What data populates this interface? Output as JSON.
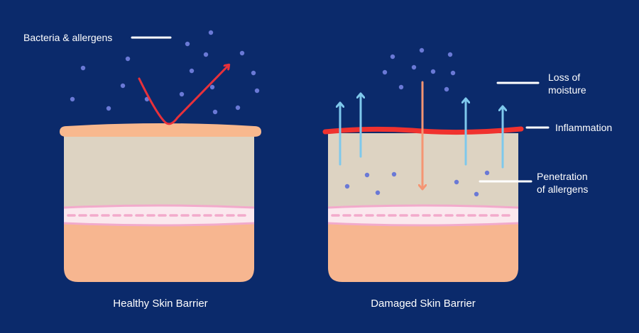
{
  "labels": {
    "bacteria": "Bacteria & allergens",
    "moisture": "Loss of\nmoisture",
    "inflammation": "Inflammation",
    "penetration": "Penetration\nof allergens"
  },
  "captions": {
    "healthy": "Healthy Skin Barrier",
    "damaged": "Damaged Skin Barrier"
  },
  "colors": {
    "background": "#0b2a6b",
    "dermis": "#f7b690",
    "epidermis": "#ddd3c2",
    "membrane_band": "#fbe8ee",
    "membrane_line": "#f2aacb",
    "healthy_surface": "#f8b88e",
    "inflamed_surface": "#f0322f",
    "reflect_arrow": "#e8313a",
    "moisture_arrow": "#7ec8ec",
    "penetration_arrow": "#f59573",
    "particles": "#6a79d6",
    "leader_line": "#ffffff"
  }
}
